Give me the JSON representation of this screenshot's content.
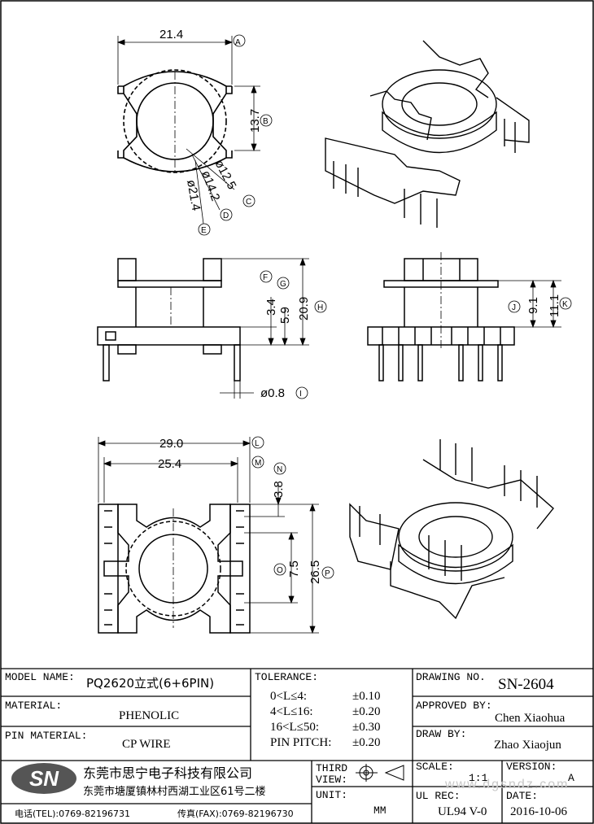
{
  "dims": {
    "a": "21.4",
    "a_tag": "A",
    "b": "13.7",
    "b_tag": "B",
    "c": "ø12.5",
    "c_tag": "C",
    "d": "ø14.2",
    "d_tag": "D",
    "e": "ø21.4",
    "e_tag": "E",
    "f_tag": "F",
    "g": "3.4",
    "g_tag": "G",
    "s59": "5.9",
    "h": "20.9",
    "h_tag": "H",
    "i": "ø0.8",
    "i_tag": "I",
    "j_tag": "J",
    "s91": "9.1",
    "k": "11.1",
    "k_tag": "K",
    "l": "29.0",
    "l_tag": "L",
    "m": "25.4",
    "m_tag": "M",
    "n": "3.8",
    "n_tag": "N",
    "o": "7.5",
    "o_tag": "O",
    "p": "26.5",
    "p_tag": "P"
  },
  "title_block": {
    "model_label": "MODEL NAME:",
    "model_value": "PQ2620立式(6+6PIN)",
    "material_label": "MATERIAL:",
    "material_value": "PHENOLIC",
    "pin_material_label": "PIN MATERIAL:",
    "pin_material_value": "CP WIRE",
    "tolerance_label": "TOLERANCE:",
    "tol_rows": [
      {
        "range": "0<L≤4:",
        "value": "±0.10"
      },
      {
        "range": "4<L≤16:",
        "value": "±0.20"
      },
      {
        "range": "16<L≤50:",
        "value": "±0.30"
      },
      {
        "range": "PIN PITCH:",
        "value": "±0.20"
      }
    ],
    "drawing_no_label": "DRAWING NO.",
    "drawing_no_value": "SN-2604",
    "approved_label": "APPROVED BY:",
    "approved_value": "Chen Xiaohua",
    "draw_label": "DRAW BY:",
    "draw_value": "Zhao Xiaojun",
    "logo_text": "SN",
    "company_name": "东莞市思宁电子科技有限公司",
    "company_address": "东莞市塘厦镇林村西湖工业区61号二楼",
    "tel": "电话(TEL):0769-82196731",
    "fax": "传真(FAX):0769-82196730",
    "third_label": "THIRD",
    "view_label": "VIEW:",
    "unit_label": "UNIT:",
    "unit_value": "MM",
    "scale_label": "SCALE:",
    "scale_value": "1:1",
    "version_label": "VERSION:",
    "version_value": "A",
    "ul_label": "UL REC:",
    "ul_value": "UL94 V-0",
    "date_label": "DATE:",
    "date_value": "2016-10-06",
    "watermark": "www.dgsndz.com"
  }
}
